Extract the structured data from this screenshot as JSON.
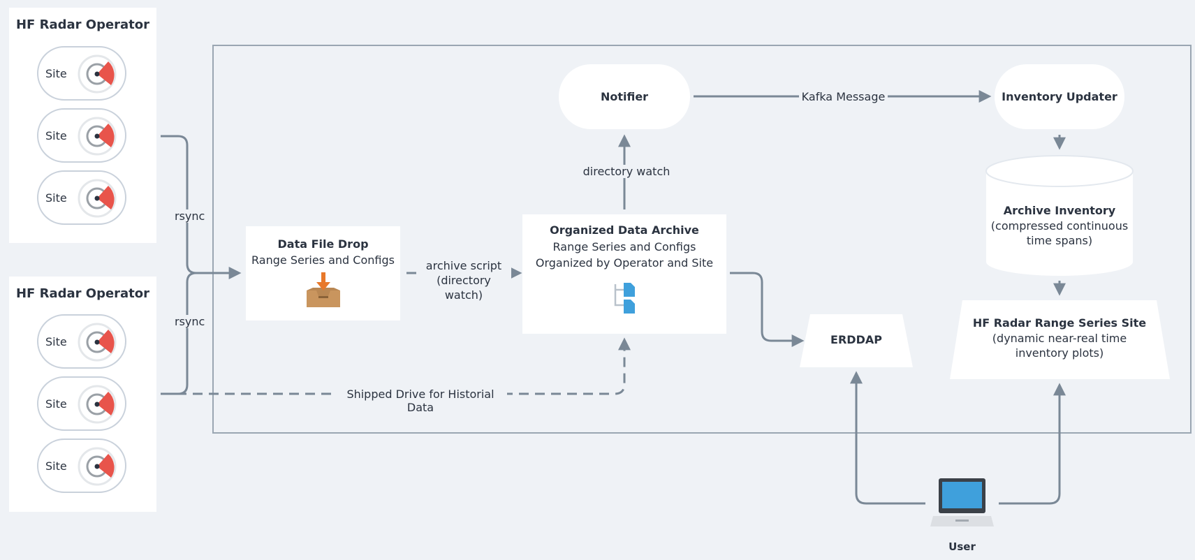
{
  "operators": [
    {
      "title": "HF Radar Operator",
      "sites": [
        "Site",
        "Site",
        "Site"
      ]
    },
    {
      "title": "HF Radar Operator",
      "sites": [
        "Site",
        "Site",
        "Site"
      ]
    }
  ],
  "edges": {
    "rsync_top": "rsync",
    "rsync_bottom": "rsync",
    "archive_script": [
      "archive script",
      "(directory watch)"
    ],
    "directory_watch": "directory watch",
    "kafka_message": "Kafka Message",
    "shipped_drive": "Shipped Drive for Historial Data"
  },
  "nodes": {
    "data_file_drop": {
      "title": "Data File Drop",
      "sub": "Range Series and Configs",
      "icon": "inbox-download-icon"
    },
    "organized_archive": {
      "title": "Organized Data Archive",
      "sub1": "Range Series and Configs",
      "sub2": "Organized by Operator and Site",
      "icon": "file-tree-icon"
    },
    "notifier": {
      "title": "Notifier"
    },
    "inventory_updater": {
      "title": "Inventory Updater"
    },
    "archive_inventory": {
      "title": "Archive Inventory",
      "sub1": "(compressed continuous",
      "sub2": "time spans)"
    },
    "erddap": {
      "title": "ERDDAP"
    },
    "range_series_site": {
      "title": "HF Radar Range Series Site",
      "sub1": "(dynamic near-real time",
      "sub2": "inventory plots)"
    },
    "user": {
      "title": "User",
      "icon": "laptop-icon"
    }
  },
  "colors": {
    "background": "#eff2f6",
    "wire": "#7a8896",
    "radar": "#e8544b",
    "file_blue": "#3fa0dc",
    "box_brown": "#b98753",
    "arrow_orange": "#e8782a"
  }
}
